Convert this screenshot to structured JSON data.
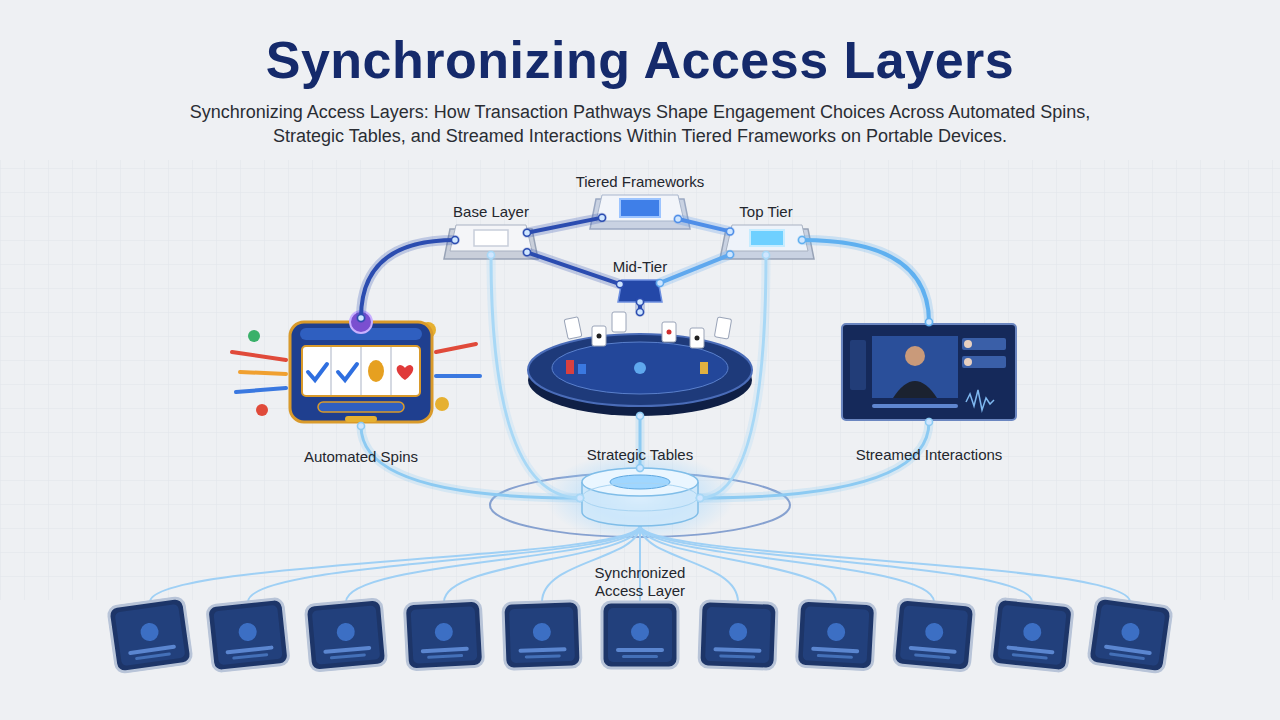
{
  "diagram": {
    "title": "Synchronizing Access Layers",
    "caption": "Synchronizing Access Layers: How Transaction Pathways Shape Engagement Choices Across Automated Spins, Strategic Tables, and Streamed Interactions Within Tiered Frameworks on Portable Devices.",
    "nodes": [
      {
        "text": [
          "Tiered Frameworks"
        ]
      },
      {
        "text": [
          "Base Layer"
        ]
      },
      {
        "text": [
          "Top Tier"
        ]
      },
      {
        "text": [
          "Mid-Tier"
        ]
      },
      {
        "text": [
          "Automated Spins"
        ]
      },
      {
        "text": [
          "Strategic Tables"
        ]
      },
      {
        "text": [
          "Streamed Interactions"
        ]
      },
      {
        "text": [
          "Synchronized Access Layer"
        ]
      }
    ],
    "edges": [
      {
        "from": 1,
        "to": 0,
        "arrow": "none"
      },
      {
        "from": 0,
        "to": 2,
        "arrow": "none"
      },
      {
        "from": 1,
        "to": 3,
        "arrow": "none"
      },
      {
        "from": 3,
        "to": 2,
        "arrow": "none"
      },
      {
        "from": 1,
        "to": 4,
        "arrow": "none"
      },
      {
        "from": 2,
        "to": 6,
        "arrow": "none"
      },
      {
        "from": 3,
        "to": 5,
        "arrow": "none"
      },
      {
        "from": 4,
        "to": 7,
        "arrow": "none"
      },
      {
        "from": 5,
        "to": 7,
        "arrow": "none"
      },
      {
        "from": 6,
        "to": 7,
        "arrow": "none"
      },
      {
        "from": 1,
        "to": 7,
        "arrow": "none"
      },
      {
        "from": 2,
        "to": 7,
        "arrow": "none"
      }
    ]
  }
}
